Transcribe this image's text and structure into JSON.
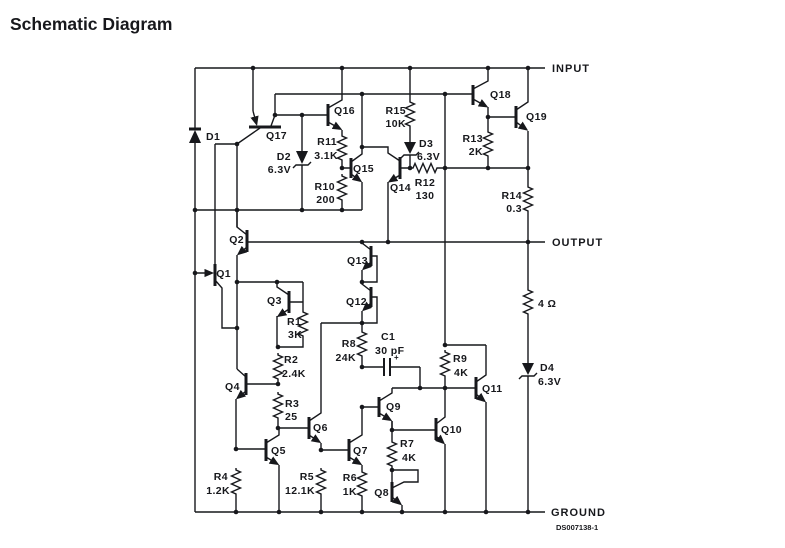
{
  "title": "Schematic Diagram",
  "doc_number": "DS007138-1",
  "ports": {
    "input": "INPUT",
    "output": "OUTPUT",
    "ground": "GROUND"
  },
  "load_resistor": {
    "value": "4 Ω"
  },
  "capacitor": {
    "name": "C1",
    "value": "30 pF",
    "polarity": "+"
  },
  "transistors": {
    "q1": "Q1",
    "q2": "Q2",
    "q3": "Q3",
    "q4": "Q4",
    "q5": "Q5",
    "q6": "Q6",
    "q7": "Q7",
    "q8": "Q8",
    "q9": "Q9",
    "q10": "Q10",
    "q11": "Q11",
    "q12": "Q12",
    "q13": "Q13",
    "q14": "Q14",
    "q15": "Q15",
    "q16": "Q16",
    "q17": "Q17",
    "q18": "Q18",
    "q19": "Q19"
  },
  "resistors": {
    "r1": {
      "name": "R1",
      "value": "3K"
    },
    "r2": {
      "name": "R2",
      "value": "2.4K"
    },
    "r3": {
      "name": "R3",
      "value": "25"
    },
    "r4": {
      "name": "R4",
      "value": "1.2K"
    },
    "r5": {
      "name": "R5",
      "value": "12.1K"
    },
    "r6": {
      "name": "R6",
      "value": "1K"
    },
    "r7": {
      "name": "R7",
      "value": "4K"
    },
    "r8": {
      "name": "R8",
      "value": "24K"
    },
    "r9": {
      "name": "R9",
      "value": "4K"
    },
    "r10": {
      "name": "R10",
      "value": "200"
    },
    "r11": {
      "name": "R11",
      "value": "3.1K"
    },
    "r12": {
      "name": "R12",
      "value": "130"
    },
    "r13": {
      "name": "R13",
      "value": "2K"
    },
    "r14": {
      "name": "R14",
      "value": "0.3"
    },
    "r15": {
      "name": "R15",
      "value": "10K"
    }
  },
  "diodes": {
    "d1": {
      "name": "D1"
    },
    "d2": {
      "name": "D2",
      "value": "6.3V"
    },
    "d3": {
      "name": "D3",
      "value": "6.3V"
    },
    "d4": {
      "name": "D4",
      "value": "6.3V"
    }
  },
  "colors": {
    "ink": "#17181c",
    "background": "#ffffff"
  }
}
